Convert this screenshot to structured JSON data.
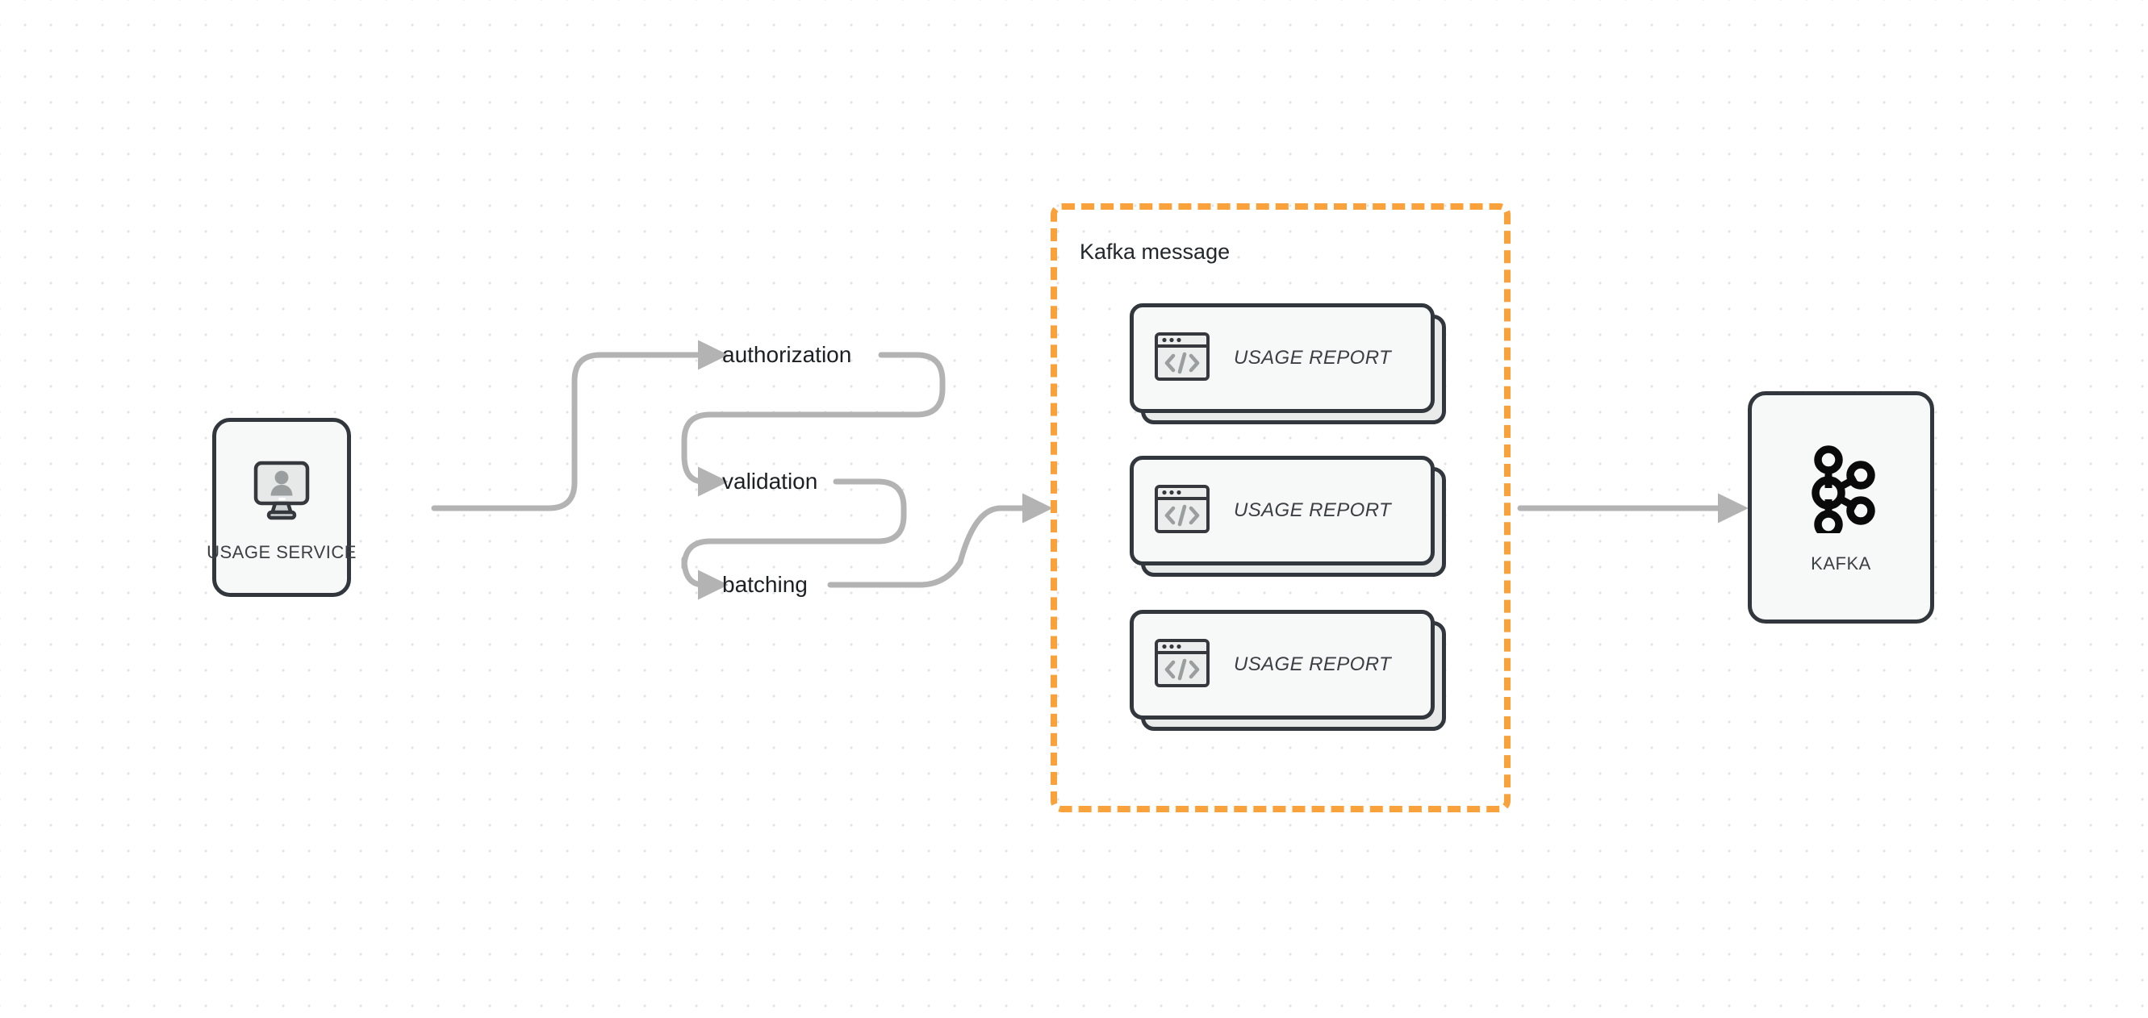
{
  "diagram": {
    "title": "Usage Service to Kafka flow",
    "background": {
      "style": "dot-grid",
      "dot_color": "#e3e3e3",
      "page_color": "#ffffff"
    },
    "colors": {
      "node_stroke": "#32373d",
      "node_fill": "#f7f9f8",
      "group_accent": "#f9a13a",
      "connector": "#b3b3b3",
      "text": "#1c2024"
    }
  },
  "nodes": {
    "usage_service": {
      "label": "USAGE SERVICE",
      "icon": "monitor-user-icon"
    },
    "kafka": {
      "label": "KAFKA",
      "icon": "kafka-logo-icon"
    }
  },
  "flow_steps": [
    {
      "label": "authorization"
    },
    {
      "label": "validation"
    },
    {
      "label": "batching"
    }
  ],
  "group": {
    "title": "Kafka message",
    "border_style": "dashed",
    "cards": [
      {
        "label": "USAGE REPORT",
        "icon": "code-window-icon"
      },
      {
        "label": "USAGE REPORT",
        "icon": "code-window-icon"
      },
      {
        "label": "USAGE REPORT",
        "icon": "code-window-icon"
      }
    ]
  }
}
